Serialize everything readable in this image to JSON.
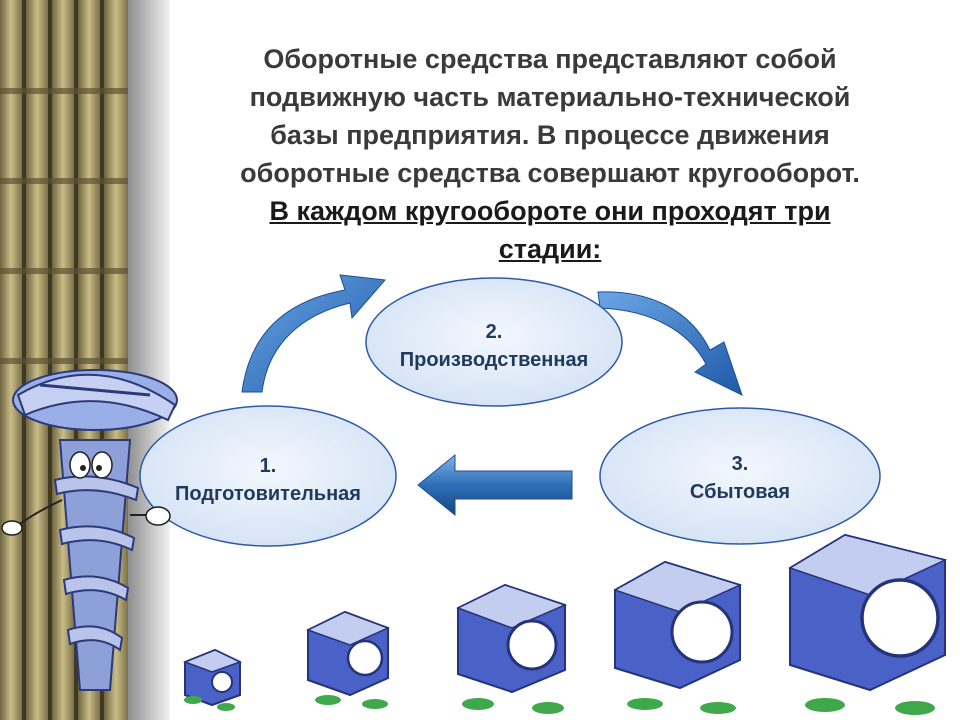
{
  "title": {
    "lines": [
      "Оборотные средства представляют собой",
      "подвижную часть материально-технической",
      "базы предприятия. В процессе движения",
      "оборотные средства совершают кругооборот."
    ],
    "underlined_lines": [
      "В каждом кругообороте они проходят три",
      "стадии:"
    ]
  },
  "stages": [
    {
      "number": "1.",
      "label": "Подготовительная"
    },
    {
      "number": "2.",
      "label": "Производственная"
    },
    {
      "number": "3.",
      "label": "Сбытовая"
    }
  ],
  "colors": {
    "ellipse_fill": "#dfeaf8",
    "ellipse_stroke": "#2f5aa8",
    "arrow_blue": "#2f6fb8",
    "bolt_blue": "#4a62c8",
    "sidebar_gold": "#a89a62"
  }
}
